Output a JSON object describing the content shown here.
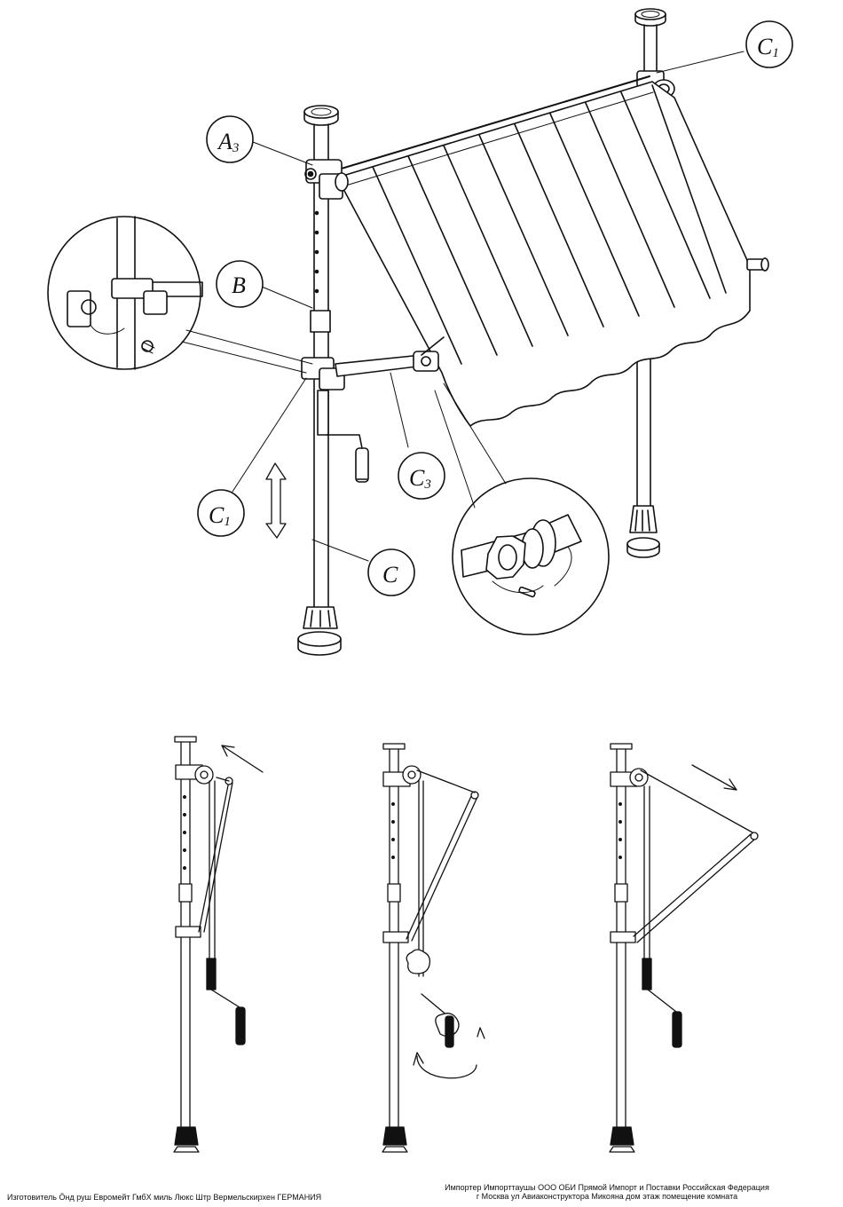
{
  "labels": {
    "c1_top": "C",
    "c1_top_sub": "1",
    "a3": "A",
    "a3_sub": "3",
    "b": "B",
    "c3": "C",
    "c3_sub": "3",
    "c1_left": "C",
    "c1_left_sub": "1",
    "c": "C"
  },
  "footer": {
    "manufacturer": "Изготовитель Ӧнд руш   Евромейт ГмбХ      миль Люкс Штр                 Вермельскирхен   ГЕРМАНИЯ",
    "importer_line1": "Импортер Импорттаушы  ООО   ОБИ Прямой Импорт и Поставки      Российская Федерация",
    "importer_line2": "г Москва     ул  Авиаконструктора Микояна дом      этаж    помещение   комната"
  },
  "icons": [
    "magnifier-detail-clamp",
    "magnifier-detail-knob",
    "double-arrow-adjust",
    "rotation-arrows",
    "hand-crank"
  ]
}
